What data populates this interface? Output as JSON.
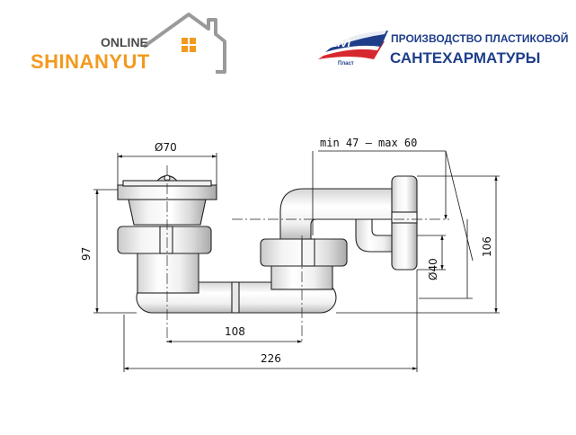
{
  "logo_left": {
    "top_word": "ONLINE",
    "brand": "SHINANYUT",
    "colors": {
      "brand": "#f29a1f",
      "house": "#9a9a9a",
      "window": "#f29a1f"
    }
  },
  "logo_right": {
    "tagline": "ПРОИЗВОДСТВО ПЛАСТИКОВОЙ",
    "title": "САНТЕХАРМАТУРЫ",
    "emblem_text": "Пласт",
    "colors": {
      "primary": "#1f3e8a",
      "accent": "#d7282f"
    }
  },
  "drawing": {
    "dimensions": {
      "d_outlet": "Ø70",
      "height": "97",
      "center_span": "108",
      "total_span": "226",
      "adjust": "min 47 – max 60",
      "d_pipe": "Ø40",
      "right_height": "106"
    }
  }
}
